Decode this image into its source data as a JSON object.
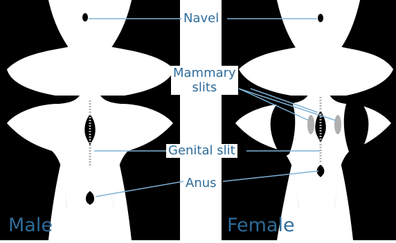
{
  "sexes": {
    "male": "Male",
    "female": "Female"
  },
  "labels": {
    "navel": "Navel",
    "mammary_line1": "Mammary",
    "mammary_line2": "slits",
    "genital_slit": "Genital slit",
    "anus": "Anus"
  },
  "colors": {
    "body": "#000000",
    "background": "#ffffff",
    "label_text": "#2e6c9a",
    "leader_line": "#7fb2d6",
    "slit_grey": "#b0b0b0"
  }
}
